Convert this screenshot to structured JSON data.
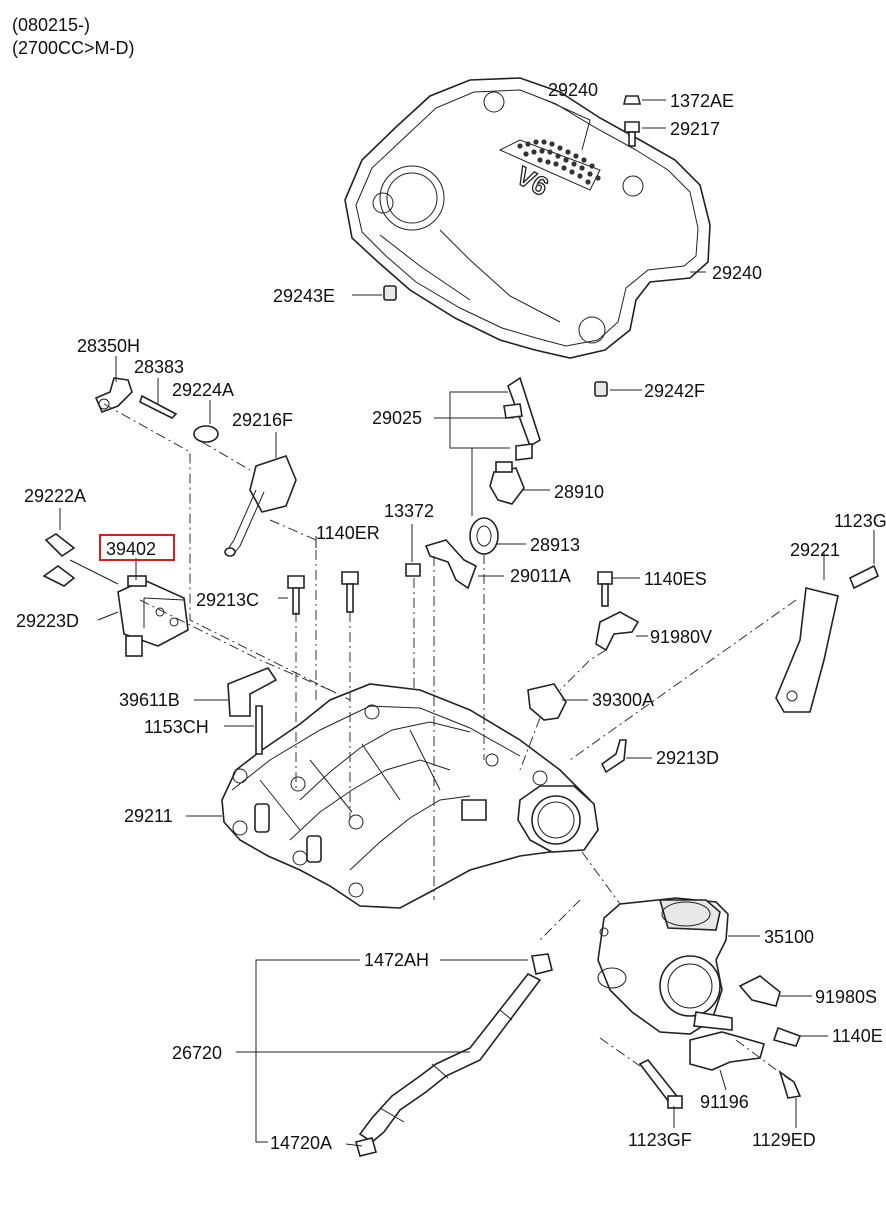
{
  "header": {
    "line1": "(080215-)",
    "line2": "(2700CC>M-D)"
  },
  "engine_cover": {
    "badge": "V6"
  },
  "labels": {
    "p29240a": "29240",
    "p1372AE": "1372AE",
    "p29217": "29217",
    "p29240b": "29240",
    "p29243E": "29243E",
    "p29242F": "29242F",
    "p28350H": "28350H",
    "p28383": "28383",
    "p29224A": "29224A",
    "p29216F": "29216F",
    "p29025": "29025",
    "p28910": "28910",
    "p29222A": "29222A",
    "p39402": "39402",
    "p13372": "13372",
    "p1140ER": "1140ER",
    "p28913": "28913",
    "p1123G_top": "1123G",
    "p29221": "29221",
    "p29011A": "29011A",
    "p29213C": "29213C",
    "p1140ES": "1140ES",
    "p29223D": "29223D",
    "p91980V": "91980V",
    "p39611B": "39611B",
    "p39300A": "39300A",
    "p1153CH": "1153CH",
    "p29213D": "29213D",
    "p29211": "29211",
    "p35100": "35100",
    "p1472AH": "1472AH",
    "p91980S": "91980S",
    "p26720": "26720",
    "p1140E_right": "1140E",
    "p91196": "91196",
    "p14720A": "14720A",
    "p1123GF": "1123GF",
    "p1129ED": "1129ED"
  },
  "highlight": {
    "part": "39402",
    "color": "#d02020"
  }
}
